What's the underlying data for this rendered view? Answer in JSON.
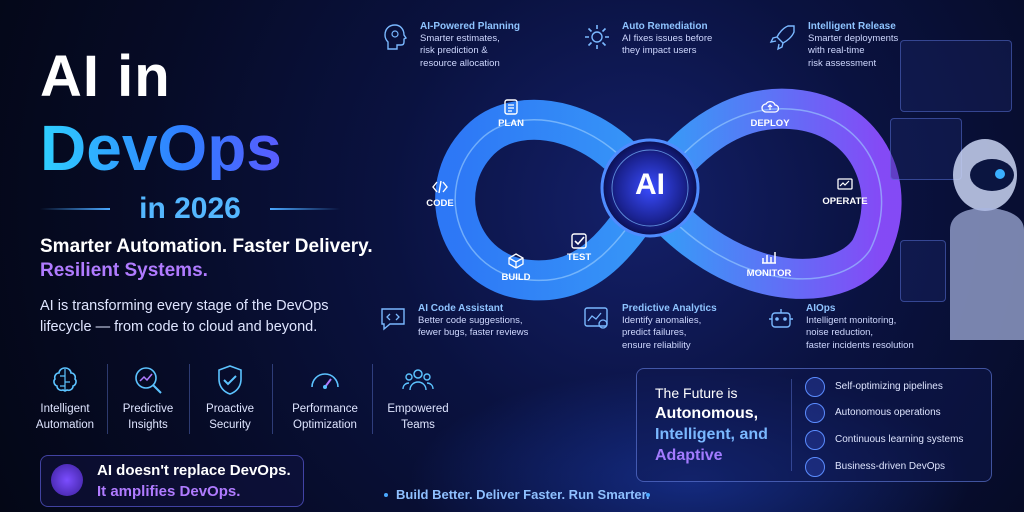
{
  "title": {
    "line1": "AI in",
    "line2": "DevOps",
    "year": "in 2026"
  },
  "subtitle": {
    "line1": "Smarter Automation. Faster Delivery.",
    "line2": "Resilient Systems."
  },
  "description": "AI is transforming every stage of the DevOps lifecycle — from code to cloud and beyond.",
  "features": [
    {
      "label": "Intelligent\nAutomation",
      "icon": "brain-icon"
    },
    {
      "label": "Predictive\nInsights",
      "icon": "magnifier-chart-icon"
    },
    {
      "label": "Proactive\nSecurity",
      "icon": "shield-check-icon"
    },
    {
      "label": "Performance\nOptimization",
      "icon": "gauge-icon"
    },
    {
      "label": "Empowered\nTeams",
      "icon": "team-icon"
    }
  ],
  "quote": {
    "line1": "AI doesn't replace DevOps.",
    "line2": "It amplifies DevOps."
  },
  "tagline": "Build Better. Deliver Faster. Run Smarter.",
  "loop": {
    "center": "AI",
    "stages": {
      "plan": "PLAN",
      "code": "CODE",
      "build": "BUILD",
      "test": "TEST",
      "deploy": "DEPLOY",
      "operate": "OPERATE",
      "monitor": "MONITOR"
    }
  },
  "callouts": {
    "planning": {
      "title": "AI-Powered Planning",
      "line1": "Smarter estimates,",
      "line2": "risk prediction &",
      "line3": "resource allocation"
    },
    "remediation": {
      "title": "Auto Remediation",
      "line1": "AI fixes issues before",
      "line2": "they impact users"
    },
    "release": {
      "title": "Intelligent Release",
      "line1": "Smarter deployments",
      "line2": "with real-time",
      "line3": "risk assessment"
    },
    "code_assist": {
      "title": "AI Code Assistant",
      "line1": "Better code suggestions,",
      "line2": "fewer bugs, faster reviews"
    },
    "predictive": {
      "title": "Predictive Analytics",
      "line1": "Identify anomalies,",
      "line2": "predict failures,",
      "line3": "ensure reliability"
    },
    "aiops": {
      "title": "AIOps",
      "line1": "Intelligent monitoring,",
      "line2": "noise reduction,",
      "line3": "faster incidents resolution"
    }
  },
  "future": {
    "line1": "The Future is",
    "line2": "Autonomous,",
    "line3": "Intelligent, and",
    "line4": "Adaptive",
    "items": [
      "Self-optimizing pipelines",
      "Autonomous operations",
      "Continuous learning systems",
      "Business-driven DevOps"
    ]
  }
}
